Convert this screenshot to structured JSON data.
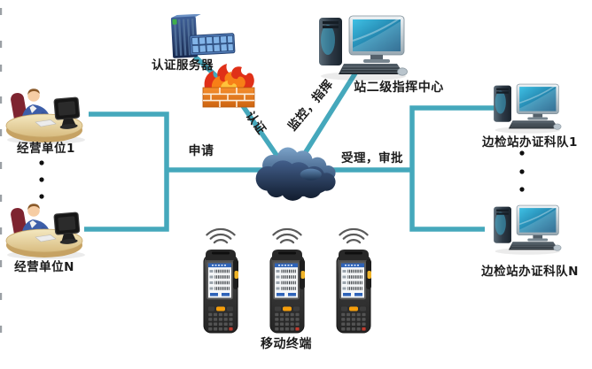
{
  "diagram": {
    "background": "#ffffff",
    "nodes": {
      "auth_server": {
        "label": "认证服务器"
      },
      "operating_unit_1": {
        "label": "经营单位1"
      },
      "operating_unit_n": {
        "label": "经营单位N"
      },
      "command_center": {
        "label": "站二级指挥中心"
      },
      "cert_team_1": {
        "label": "边检站办证科队1"
      },
      "cert_team_n": {
        "label": "边检站办证科队N"
      },
      "mobile_terminals": {
        "label": "移动终端"
      }
    },
    "edge_labels": {
      "apply": "申请",
      "authenticate": "认证",
      "monitor_command": "监控，指挥",
      "accept_approve": "受理，审批"
    },
    "icons": {
      "auth_server": "server-rack-icon",
      "firewall": "firewall-flame-icon",
      "cloud": "network-cloud-icon",
      "operator": "operator-at-desk-icon",
      "desktop": "desktop-computer-icon",
      "terminal": "handheld-terminal-icon",
      "wifi": "wifi-signal-icon",
      "ellipsis": "vertical-ellipsis-dots"
    },
    "colors": {
      "connector_line": "#45a8bc",
      "firewall_brick": "#e07818",
      "flame_red": "#e03018",
      "cloud_dark": "#0b1422",
      "cloud_light": "#7fa6cc",
      "label_text": "#1b1b1b"
    }
  }
}
